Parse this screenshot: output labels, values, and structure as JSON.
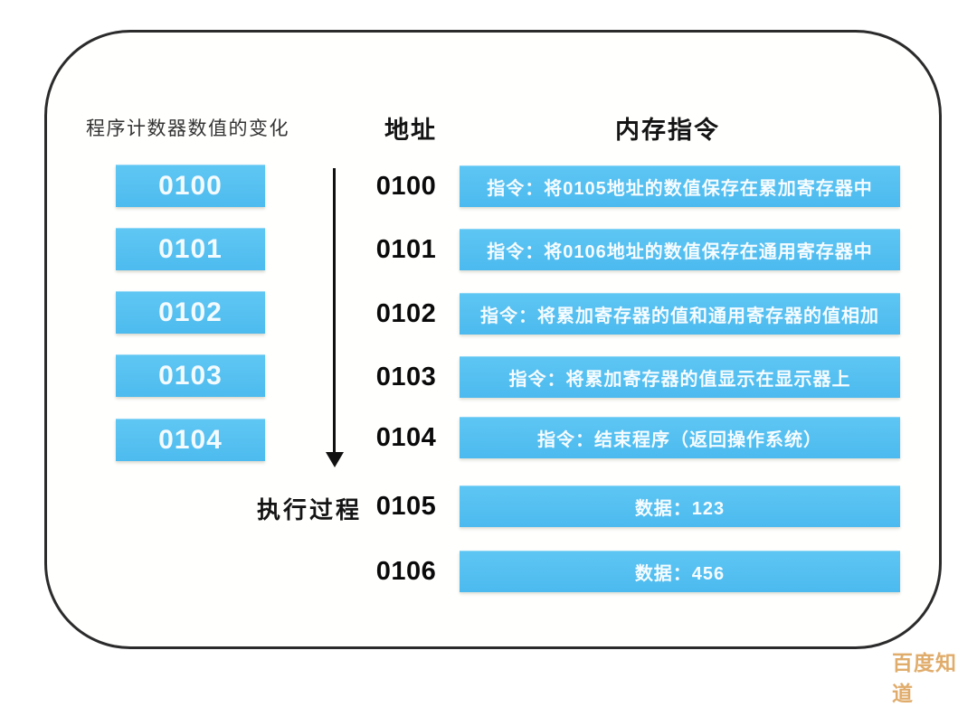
{
  "diagram": {
    "pc_column": {
      "title": "程序计数器数值的变化",
      "values": [
        "0100",
        "0101",
        "0102",
        "0103",
        "0104"
      ],
      "flow_label": "执行过程"
    },
    "memory": {
      "address_header": "地址",
      "instruction_header": "内存指令",
      "rows": [
        {
          "address": "0100",
          "content": "指令：将0105地址的数值保存在累加寄存器中"
        },
        {
          "address": "0101",
          "content": "指令：将0106地址的数值保存在通用寄存器中"
        },
        {
          "address": "0102",
          "content": "指令：将累加寄存器的值和通用寄存器的值相加"
        },
        {
          "address": "0103",
          "content": "指令：将累加寄存器的值显示在显示器上"
        },
        {
          "address": "0104",
          "content": "指令：结束程序（返回操作系统）"
        },
        {
          "address": "0105",
          "content": "数据：123"
        },
        {
          "address": "0106",
          "content": "数据：456"
        }
      ]
    },
    "colors": {
      "bar_blue": "#52BEF0",
      "frame_border": "#2b2b2b",
      "watermark_tan": "#dda45c"
    }
  },
  "page": {
    "watermark": "百度知道"
  }
}
